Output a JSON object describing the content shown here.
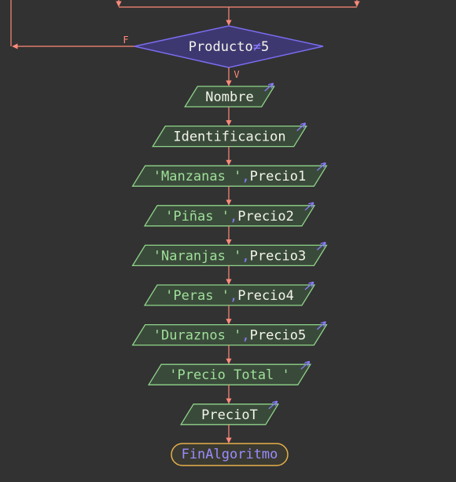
{
  "diagram": {
    "decision": {
      "left": "Producto",
      "op": "≠",
      "right": "5",
      "false_label": "F",
      "true_label": "V"
    },
    "outputs": [
      {
        "name": "output-nombre",
        "parts": [
          {
            "text": "Nombre",
            "kind": "text"
          }
        ]
      },
      {
        "name": "output-identificacion",
        "parts": [
          {
            "text": "Identificacion",
            "kind": "text"
          }
        ]
      },
      {
        "name": "output-manzanas",
        "parts": [
          {
            "text": "'Manzanas '",
            "kind": "str"
          },
          {
            "text": ",",
            "kind": "op"
          },
          {
            "text": "Precio1",
            "kind": "text"
          }
        ]
      },
      {
        "name": "output-pinas",
        "parts": [
          {
            "text": "'Piñas '",
            "kind": "str"
          },
          {
            "text": ",",
            "kind": "op"
          },
          {
            "text": "Precio2",
            "kind": "text"
          }
        ]
      },
      {
        "name": "output-naranjas",
        "parts": [
          {
            "text": "'Naranjas '",
            "kind": "str"
          },
          {
            "text": ",",
            "kind": "op"
          },
          {
            "text": "Precio3",
            "kind": "text"
          }
        ]
      },
      {
        "name": "output-peras",
        "parts": [
          {
            "text": "'Peras '",
            "kind": "str"
          },
          {
            "text": ",",
            "kind": "op"
          },
          {
            "text": "Precio4",
            "kind": "text"
          }
        ]
      },
      {
        "name": "output-duraznos",
        "parts": [
          {
            "text": "'Duraznos '",
            "kind": "str"
          },
          {
            "text": ",",
            "kind": "op"
          },
          {
            "text": "Precio5",
            "kind": "text"
          }
        ]
      },
      {
        "name": "output-precio-total",
        "parts": [
          {
            "text": "'Precio Total '",
            "kind": "str"
          }
        ]
      },
      {
        "name": "output-preciot",
        "parts": [
          {
            "text": "PrecioT",
            "kind": "text"
          }
        ]
      }
    ],
    "end": "FinAlgoritmo",
    "colors": {
      "background": "#323232",
      "flow_line": "#ff8a7a",
      "decision_fill": "#3e3870",
      "decision_stroke": "#7a6cf0",
      "output_fill": "#3a4a3a",
      "output_stroke": "#8fd48a",
      "string_text": "#9fe09a",
      "operator_text": "#8a7cff",
      "end_fill": "#3a3a32",
      "end_stroke": "#e8b04a",
      "end_text": "#9a8cff",
      "arrow_icon": "#8a7cff"
    },
    "icons": {
      "output": "output-arrow-icon"
    }
  }
}
